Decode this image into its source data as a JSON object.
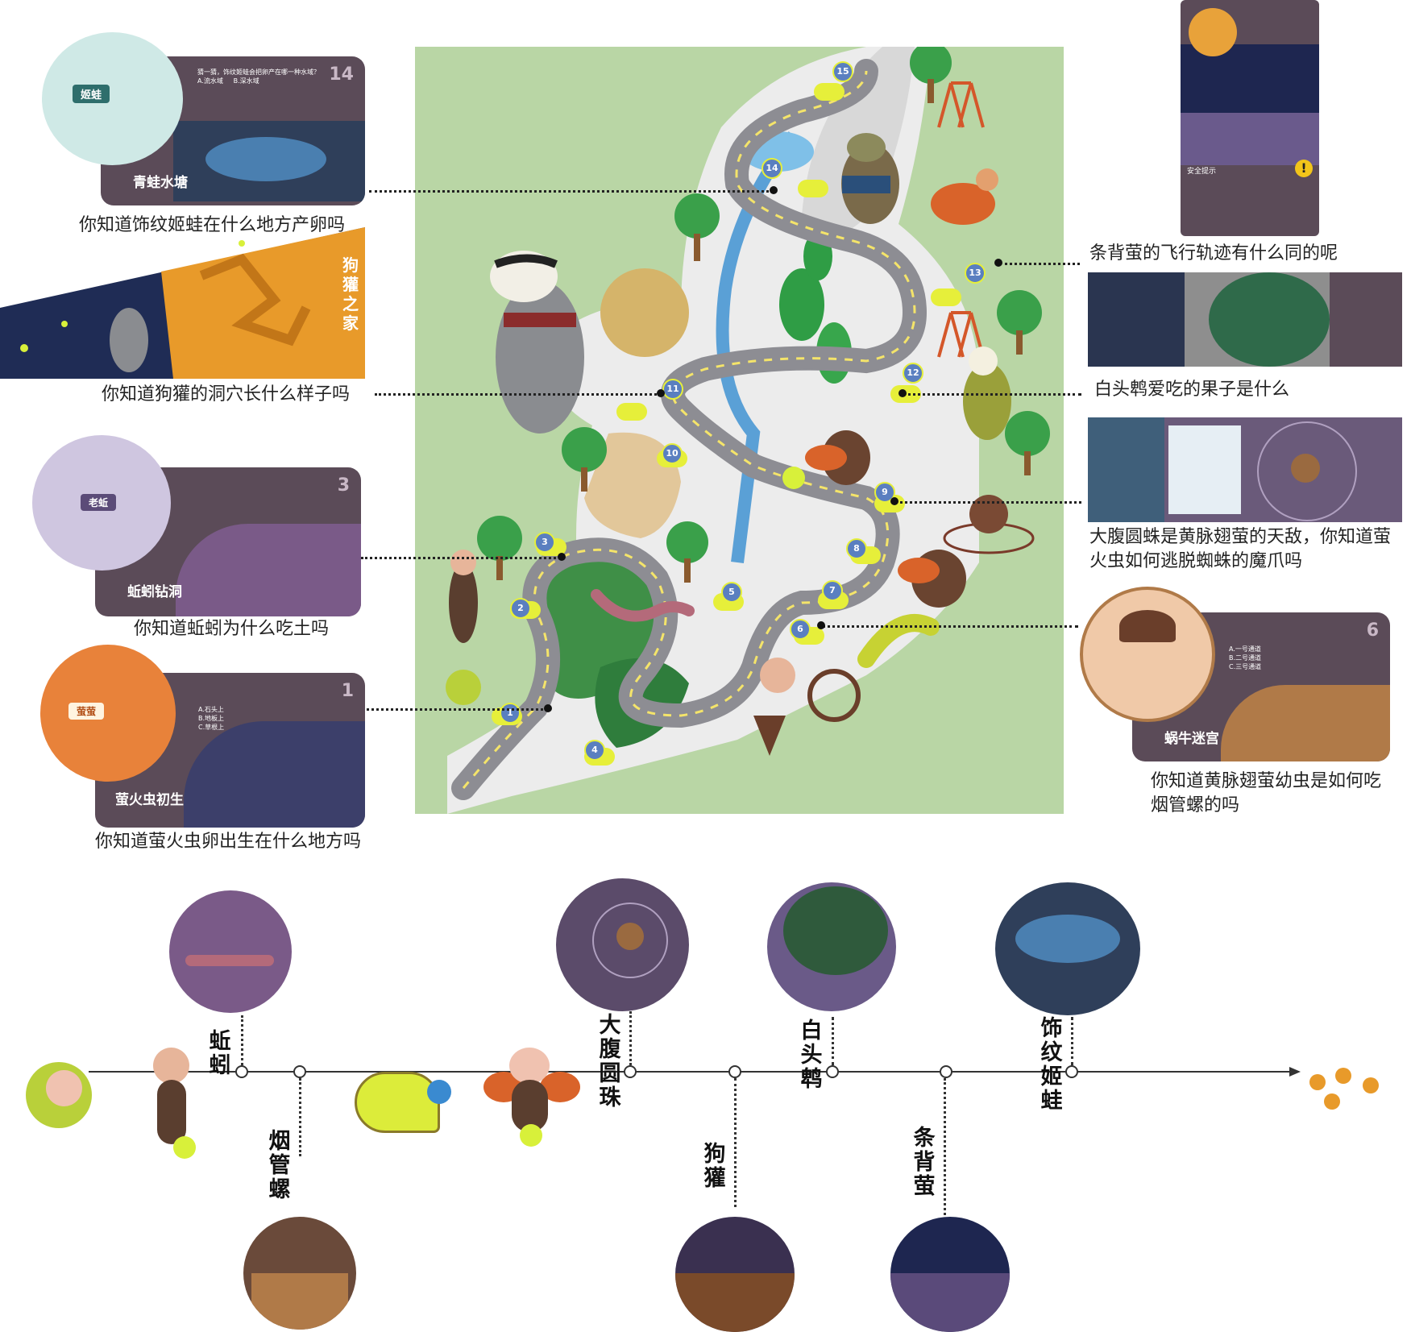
{
  "cards": {
    "frog": {
      "title": "青蛙水塘",
      "num": "14",
      "bubble_name": "姬蛙",
      "question": "猜一猜，饰纹姬蛙会把卵产在哪一种水域？",
      "option_a": "A.流水域",
      "option_b": "B.深水域"
    },
    "badger": {
      "title": "狗獾之家"
    },
    "earthworm": {
      "title": "蚯蚓钻洞",
      "num": "3",
      "bubble_name": "老蚯"
    },
    "firefly": {
      "title": "萤火虫初生",
      "num": "1",
      "bubble_name": "萤萤",
      "opt_a": "A.石头上",
      "opt_b": "B.地板上",
      "opt_c": "C.草根上"
    },
    "snail": {
      "title": "蜗牛迷宫",
      "num": "6",
      "opt_a": "A.一号通道",
      "opt_b": "B.二号通道",
      "opt_c": "C.三号通道"
    },
    "safety": {
      "label": "安全提示"
    }
  },
  "captions": {
    "frog": "你知道饰纹姬蛙在什么地方产卵吗",
    "badger": "你知道狗獾的洞穴长什么样子吗",
    "earthworm": "你知道蚯蚓为什么吃土吗",
    "firefly": "你知道萤火虫卵出生在什么地方吗",
    "flight": "条背萤的飞行轨迹有什么同的呢",
    "bird": "白头鹎爱吃的果子是什么",
    "spider": "大腹圆蛛是黄脉翅萤的天敌，你知道萤火虫如何逃脱蜘蛛的魔爪吗",
    "snail": "你知道黄脉翅萤幼虫是如何吃烟管螺的吗"
  },
  "map_stops": [
    "1",
    "2",
    "3",
    "4",
    "5",
    "6",
    "7",
    "8",
    "9",
    "10",
    "11",
    "12",
    "13",
    "14",
    "15"
  ],
  "timeline": {
    "labels": {
      "earthworm": "蚯蚓",
      "snail": "烟管螺",
      "spider": "大腹圆珠",
      "badger": "狗獾",
      "bird": "白头鹎",
      "flight": "条背萤",
      "frog": "饰纹姬蛙"
    }
  },
  "colors": {
    "map_bg": "#b9d6a5",
    "road": "#8d8d93",
    "stop_pad": "#e6ef3a",
    "card_dark": "#5b4b58",
    "card_orange": "#e89a2a",
    "firefly_glow": "#d8f03a"
  }
}
